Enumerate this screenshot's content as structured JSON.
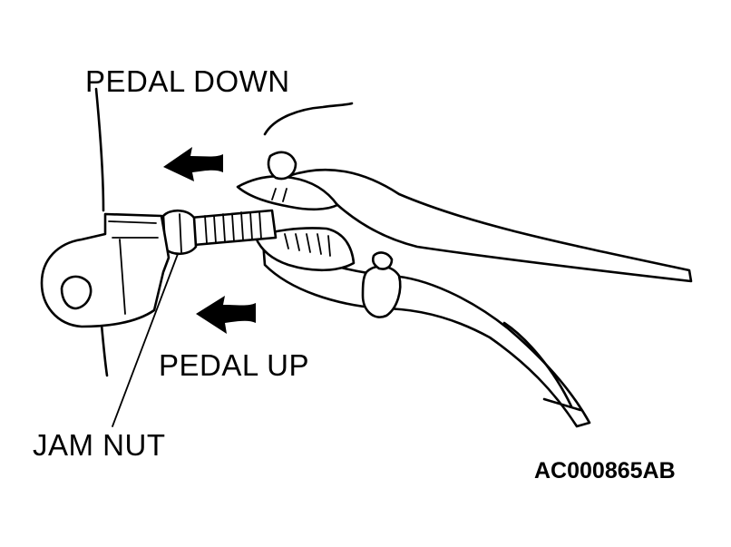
{
  "labels": {
    "pedal_down": "PEDAL DOWN",
    "pedal_up": "PEDAL UP",
    "jam_nut": "JAM NUT",
    "figure_code": "AC000865AB"
  },
  "colors": {
    "ink": "#000000",
    "background": "#ffffff"
  }
}
